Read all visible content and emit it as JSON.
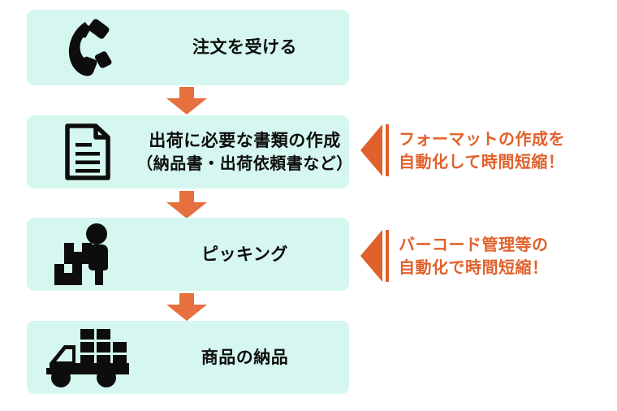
{
  "diagram": {
    "title": "shipping-workflow",
    "colors": {
      "box_fill": "#d5f7ef",
      "accent_orange": "#e7703f",
      "callout_orange": "#e0612b",
      "icon_black": "#0d0d0d",
      "page_background": "#ffffff"
    },
    "steps": [
      {
        "id": "receive-order",
        "icon": "telephone-handset-icon",
        "label_line1": "注文を受ける",
        "label_line2": ""
      },
      {
        "id": "create-documents",
        "icon": "document-lines-icon",
        "label_line1": "出荷に必要な書類の作成",
        "label_line2": "（納品書・出荷依頼書など）"
      },
      {
        "id": "picking",
        "icon": "worker-picking-boxes-icon",
        "label_line1": "ピッキング",
        "label_line2": ""
      },
      {
        "id": "deliver-goods",
        "icon": "delivery-truck-icon",
        "label_line1": "商品の納品",
        "label_line2": ""
      }
    ],
    "connectors": [
      {
        "id": "arrow-1",
        "icon": "down-arrow-icon"
      },
      {
        "id": "arrow-2",
        "icon": "down-arrow-icon"
      },
      {
        "id": "arrow-3",
        "icon": "down-arrow-icon"
      }
    ],
    "callouts": [
      {
        "id": "callout-format-automation",
        "marker": "left-triangle-icon",
        "text_line1": "フォーマットの作成を",
        "text_line2": "自動化して時間短縮！"
      },
      {
        "id": "callout-barcode-automation",
        "marker": "left-triangle-icon",
        "text_line1": "バーコード管理等の",
        "text_line2": "自動化で時間短縮！"
      }
    ]
  }
}
